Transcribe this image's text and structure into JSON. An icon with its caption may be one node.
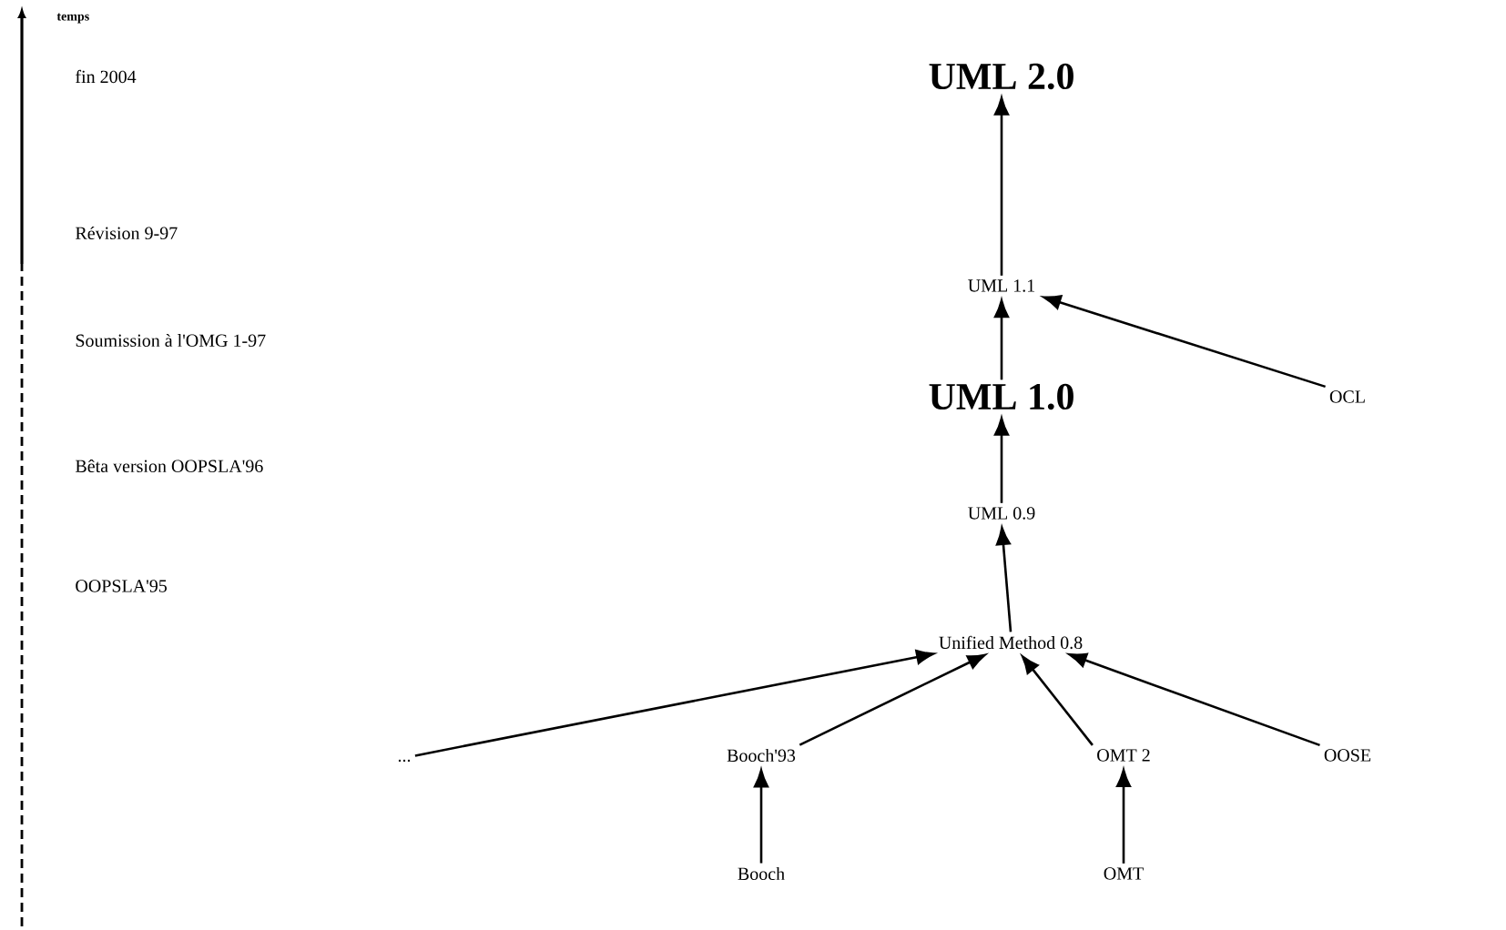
{
  "diagram": {
    "nodes": [
      {
        "text": [
          "UML 2.0"
        ]
      },
      {
        "text": [
          "UML 1.1"
        ]
      },
      {
        "text": [
          "UML 1.0"
        ]
      },
      {
        "text": [
          "OCL"
        ]
      },
      {
        "text": [
          "UML 0.9"
        ]
      },
      {
        "text": [
          "Unified Method 0.8"
        ]
      },
      {
        "text": [
          "..."
        ]
      },
      {
        "text": [
          "Booch'93"
        ]
      },
      {
        "text": [
          "OMT 2"
        ]
      },
      {
        "text": [
          "OOSE"
        ]
      },
      {
        "text": [
          "Booch"
        ]
      },
      {
        "text": [
          "OMT"
        ]
      }
    ],
    "edges": [
      {
        "from": 1,
        "to": 0,
        "arrow": "to"
      },
      {
        "from": 2,
        "to": 1,
        "arrow": "to"
      },
      {
        "from": 3,
        "to": 1,
        "arrow": "to"
      },
      {
        "from": 4,
        "to": 2,
        "arrow": "to"
      },
      {
        "from": 5,
        "to": 4,
        "arrow": "to"
      },
      {
        "from": 6,
        "to": 5,
        "arrow": "to"
      },
      {
        "from": 7,
        "to": 5,
        "arrow": "to"
      },
      {
        "from": 8,
        "to": 5,
        "arrow": "to"
      },
      {
        "from": 9,
        "to": 5,
        "arrow": "to"
      },
      {
        "from": 10,
        "to": 7,
        "arrow": "to"
      },
      {
        "from": 11,
        "to": 8,
        "arrow": "to"
      }
    ],
    "labels": [
      "temps",
      "fin 2004",
      "Révision 9-97",
      "Soumission à l'OMG 1-97",
      "Bêta version OOPSLA'96",
      "OOPSLA'95"
    ]
  }
}
